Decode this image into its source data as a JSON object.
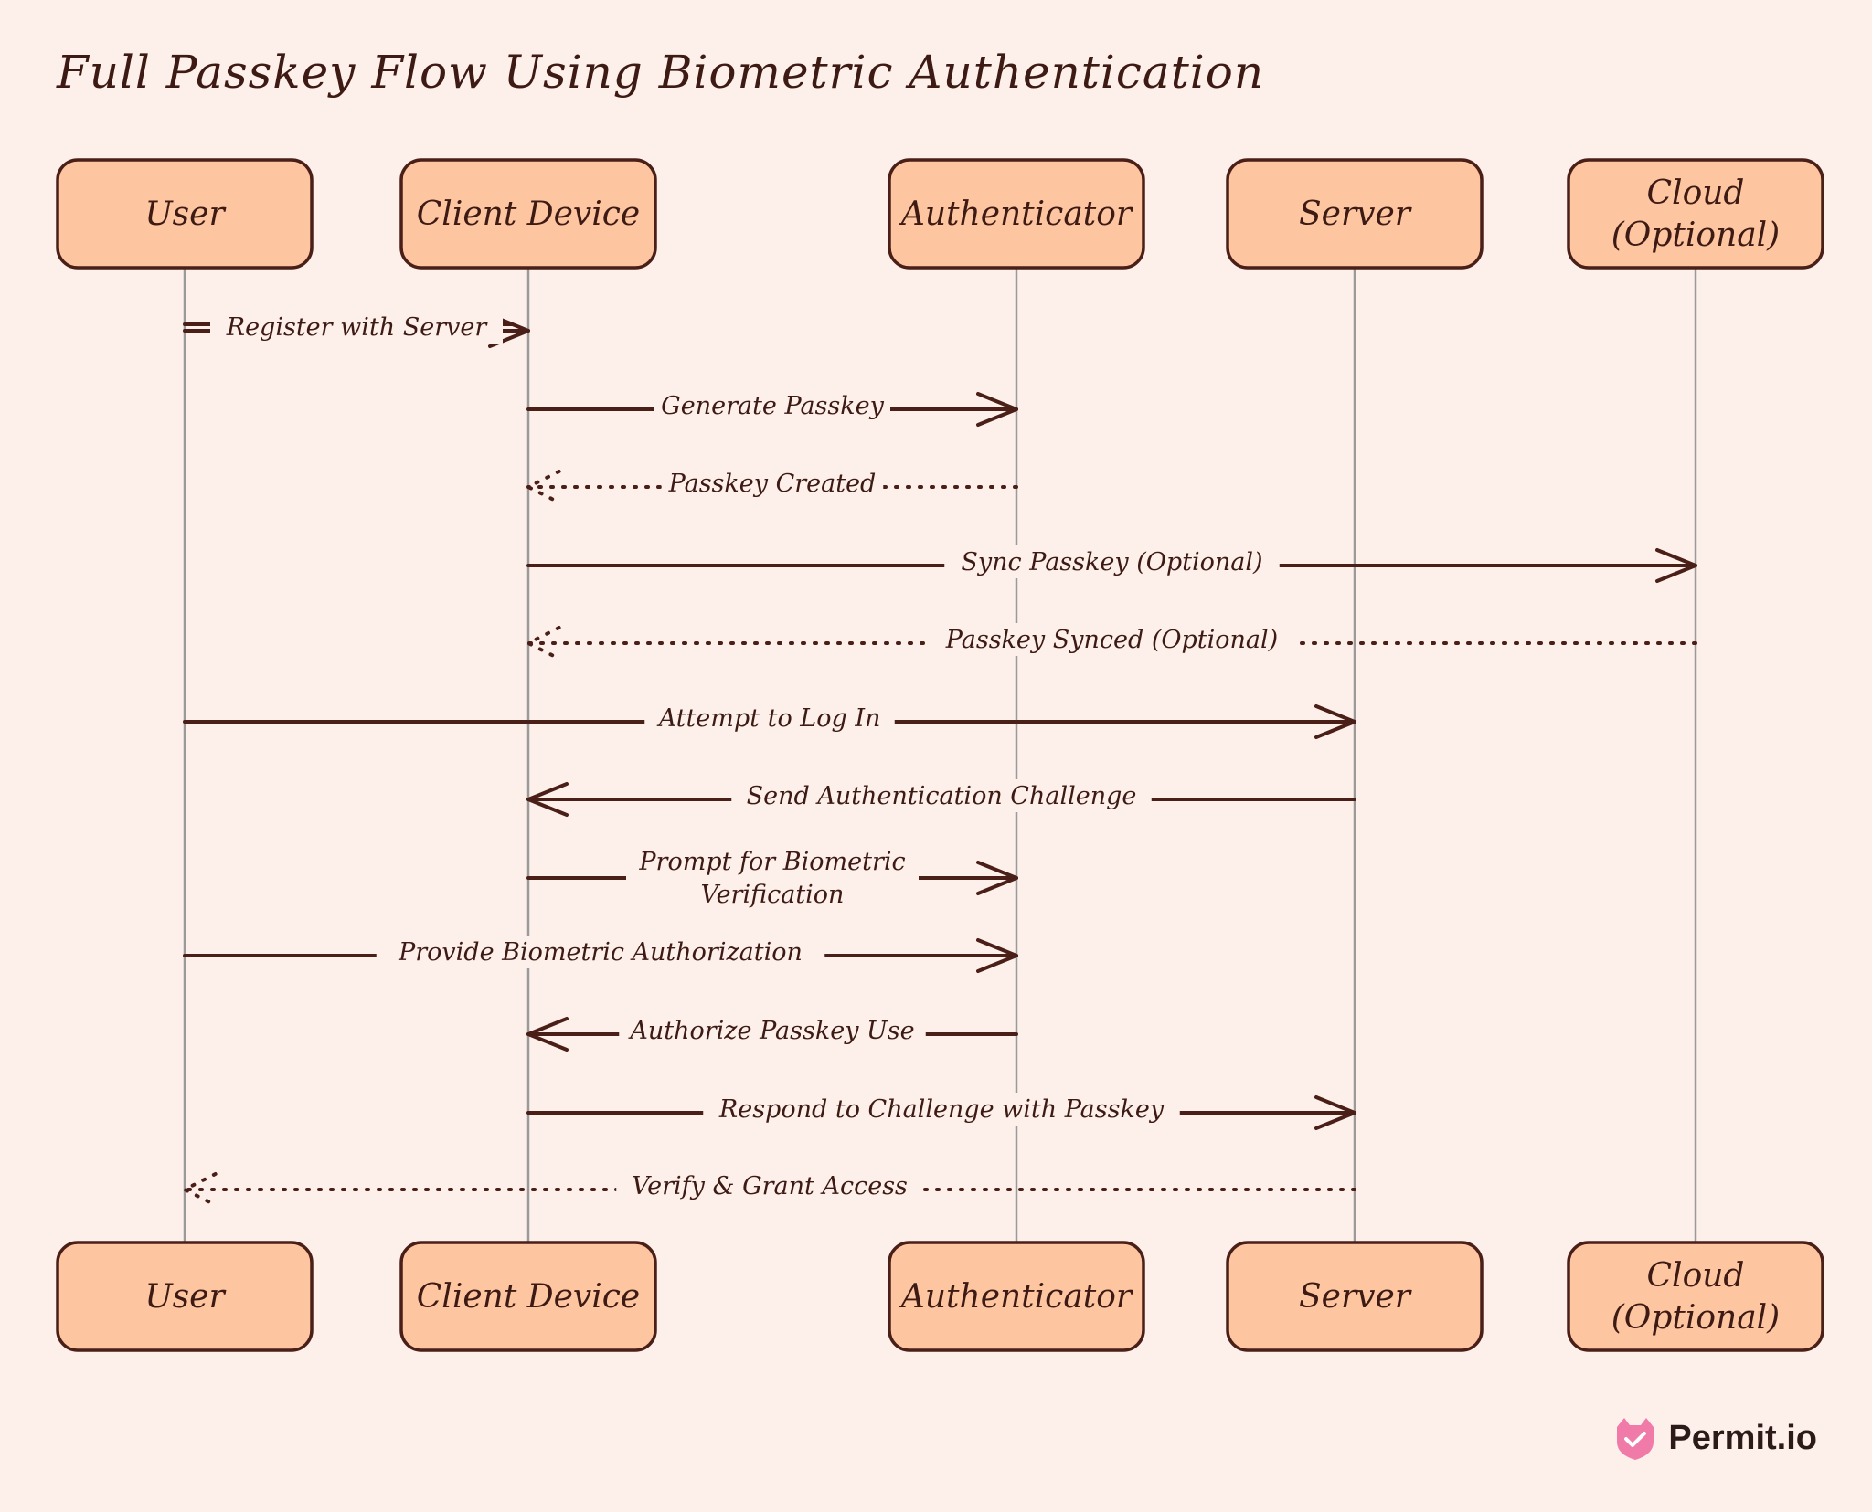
{
  "title": "Full Passkey Flow Using Biometric Authentication",
  "actors": [
    {
      "label": [
        "User"
      ]
    },
    {
      "label": [
        "Client Device"
      ]
    },
    {
      "label": [
        "Authenticator"
      ]
    },
    {
      "label": [
        "Server"
      ]
    },
    {
      "label": [
        "Cloud",
        "(Optional)"
      ]
    }
  ],
  "messages": [
    {
      "from": 0,
      "to": 1,
      "label": [
        "Register with Server"
      ],
      "style": "double"
    },
    {
      "from": 1,
      "to": 2,
      "label": [
        "Generate Passkey"
      ],
      "style": "solid"
    },
    {
      "from": 2,
      "to": 1,
      "label": [
        "Passkey Created"
      ],
      "style": "dotted"
    },
    {
      "from": 1,
      "to": 4,
      "label": [
        "Sync Passkey (Optional)"
      ],
      "style": "solid"
    },
    {
      "from": 4,
      "to": 1,
      "label": [
        "Passkey Synced (Optional)"
      ],
      "style": "dotted"
    },
    {
      "from": 0,
      "to": 3,
      "label": [
        "Attempt to Log In"
      ],
      "style": "solid"
    },
    {
      "from": 3,
      "to": 1,
      "label": [
        "Send Authentication Challenge"
      ],
      "style": "solid"
    },
    {
      "from": 1,
      "to": 2,
      "label": [
        "Prompt for Biometric",
        "Verification"
      ],
      "style": "solid"
    },
    {
      "from": 0,
      "to": 2,
      "label": [
        "Provide Biometric Authorization"
      ],
      "style": "solid"
    },
    {
      "from": 2,
      "to": 1,
      "label": [
        "Authorize Passkey Use"
      ],
      "style": "solid"
    },
    {
      "from": 1,
      "to": 3,
      "label": [
        "Respond to Challenge with Passkey"
      ],
      "style": "solid"
    },
    {
      "from": 3,
      "to": 0,
      "label": [
        "Verify & Grant Access"
      ],
      "style": "dotted"
    }
  ],
  "brand": {
    "name": "Permit.io",
    "icon": "cat-shield-logo-icon"
  },
  "colors": {
    "background": "#fdf0ea",
    "actor_fill": "#fdc5a0",
    "ink": "#4a1f18",
    "lifeline": "#9a9a9a",
    "logo": "#f07aa8"
  }
}
